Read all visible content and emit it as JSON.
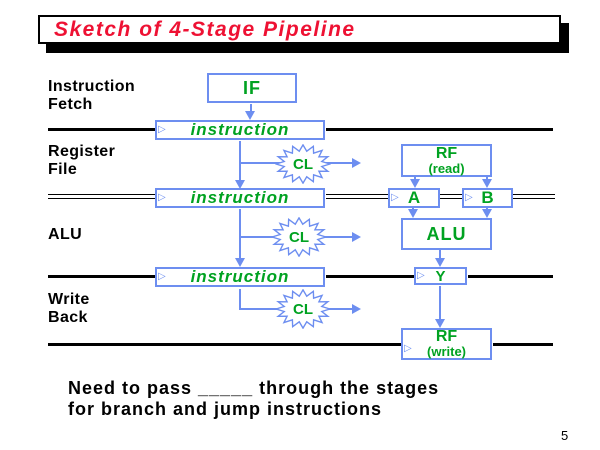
{
  "title": "Sketch of 4-Stage Pipeline",
  "page_number": "5",
  "colors": {
    "title_red": "#ee1133",
    "wire_blue": "#6d8ef0",
    "text_green": "#00a221"
  },
  "glyphs": {
    "clock_marker": "▷"
  },
  "stage_labels": [
    {
      "line1": "Instruction",
      "line2": "Fetch"
    },
    {
      "line1": "Register",
      "line2": "File"
    },
    {
      "line1": "ALU",
      "line2": ""
    },
    {
      "line1": "Write",
      "line2": "Back"
    }
  ],
  "boxes": {
    "if_label": "IF",
    "instruction_reg1": "instruction",
    "instruction_reg2": "instruction",
    "instruction_reg3": "instruction",
    "rf_read": {
      "line1": "RF",
      "line2": "(read)"
    },
    "reg_a": "A",
    "reg_b": "B",
    "alu": "ALU",
    "reg_y": "Y",
    "rf_write": {
      "line1": "RF",
      "line2": "(write)"
    },
    "cl1": "CL",
    "cl2": "CL",
    "cl3": "CL"
  },
  "footer": {
    "line1": "Need to pass _____ through the stages",
    "line2": "for branch and jump instructions"
  }
}
